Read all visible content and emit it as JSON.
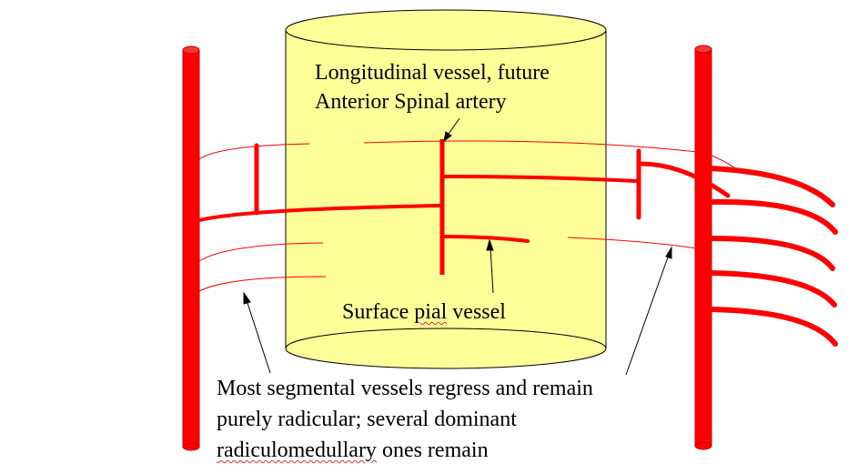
{
  "labels": {
    "longitudinal_line1": "Longitudinal vessel, future",
    "longitudinal_line2": "Anterior Spinal artery",
    "surface_pre": "Surface ",
    "surface_pial": "pial",
    "surface_post": " vessel",
    "bottom_line1": "Most segmental vessels regress and remain",
    "bottom_line2_pre": "purely radicular; several dominant",
    "bottom_line3": "radiculomedullary",
    "bottom_line3_post": " ones remain"
  },
  "colors": {
    "vessel": "#ff0000",
    "cord_fill": "#ffff99",
    "outline": "#000000"
  }
}
